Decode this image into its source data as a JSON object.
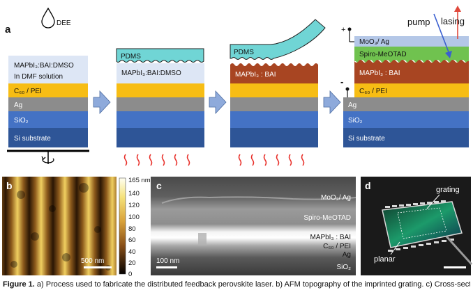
{
  "panel_labels": {
    "a": "a",
    "b": "b",
    "c": "c",
    "d": "d"
  },
  "stack1": {
    "dee_label": "DEE",
    "solution_line1": "MAPbI₃:BAI:DMSO",
    "solution_line2": "In DMF solution",
    "c60": "C₆₀ / PEI",
    "ag": "Ag",
    "sio2": "SiO₂",
    "si": "Si substrate"
  },
  "stack2": {
    "pdms": "PDMS",
    "film": "MAPbI₃:BAI:DMSO"
  },
  "stack3": {
    "pdms": "PDMS",
    "film": "MAPbI₃ : BAI"
  },
  "stack4": {
    "moo3": "MoO₃/ Ag",
    "spiro": "Spiro-MeOTAD",
    "film": "MAPbI₃ : BAI",
    "c60": "C₆₀ / PEI",
    "ag": "Ag",
    "sio2": "SiO₂",
    "si": "Si substrate",
    "pump": "pump",
    "lasing": "lasing",
    "plus": "+",
    "minus": "-"
  },
  "afm": {
    "colorbar_ticks": [
      "165 nm",
      "140",
      "120",
      "100",
      "80",
      "60",
      "40",
      "20",
      "0"
    ],
    "scalebar": "500 nm"
  },
  "sem": {
    "layers": [
      "MoO₃/ Ag",
      "Spiro-MeOTAD",
      "MAPbI₃ : BAI",
      "C₆₀ / PEI",
      "Ag",
      "SiO₂"
    ],
    "scalebar": "100 nm"
  },
  "photo": {
    "grating": "grating",
    "planar": "planar"
  },
  "caption": {
    "lead": "Figure 1.",
    "text": " a) Process used to fabricate the distributed feedback perovskite laser. b) AFM topography of the imprinted grating. c) Cross-sectional SEM image of the device. d) Photograph of a finished chip."
  },
  "colors": {
    "solution": "#dde6f5",
    "c60": "#f7bd14",
    "ag": "#8c8c8c",
    "sio2": "#4472c4",
    "si": "#2e5597",
    "pdms": "#70d5d5",
    "perovskite": "#a84522",
    "spiro": "#70c24f",
    "moo3": "#b4c7e7",
    "arrow": "#8eaadb",
    "heat": "#e8302a",
    "pump": "#3a5fd0",
    "lasing": "#e0483a"
  }
}
